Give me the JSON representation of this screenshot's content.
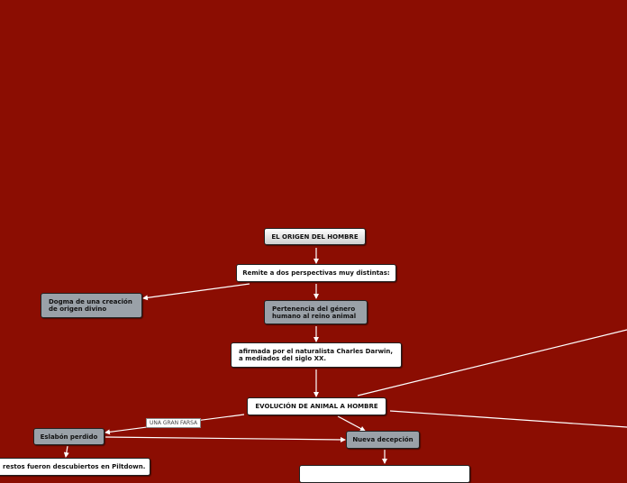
{
  "nodes": {
    "origin": "EL ORIGEN DEL HOMBRE",
    "two_perspectives": "Remite a dos perspectivas muy distintas:",
    "dogma": "Dogma de una creación de origen divino",
    "belonging": "Pertenencia del género humano al reino animal",
    "darwin": "afirmada por el naturalista Charles Darwin, a mediados del siglo XX.",
    "evolution": "EVOLUCIÓN DE ANIMAL A HOMBRE",
    "missing_link": "Eslabón perdido",
    "new_deception": "Nueva decepción",
    "piltdown": "restos fueron descubiertos en Piltdown."
  },
  "edge_labels": {
    "farce": "UNA GRAN FARSA"
  },
  "colors": {
    "background": "#8b0d02",
    "node_white": "#ffffff",
    "node_gray": "#9aa1a8",
    "connector": "#ffffff"
  }
}
